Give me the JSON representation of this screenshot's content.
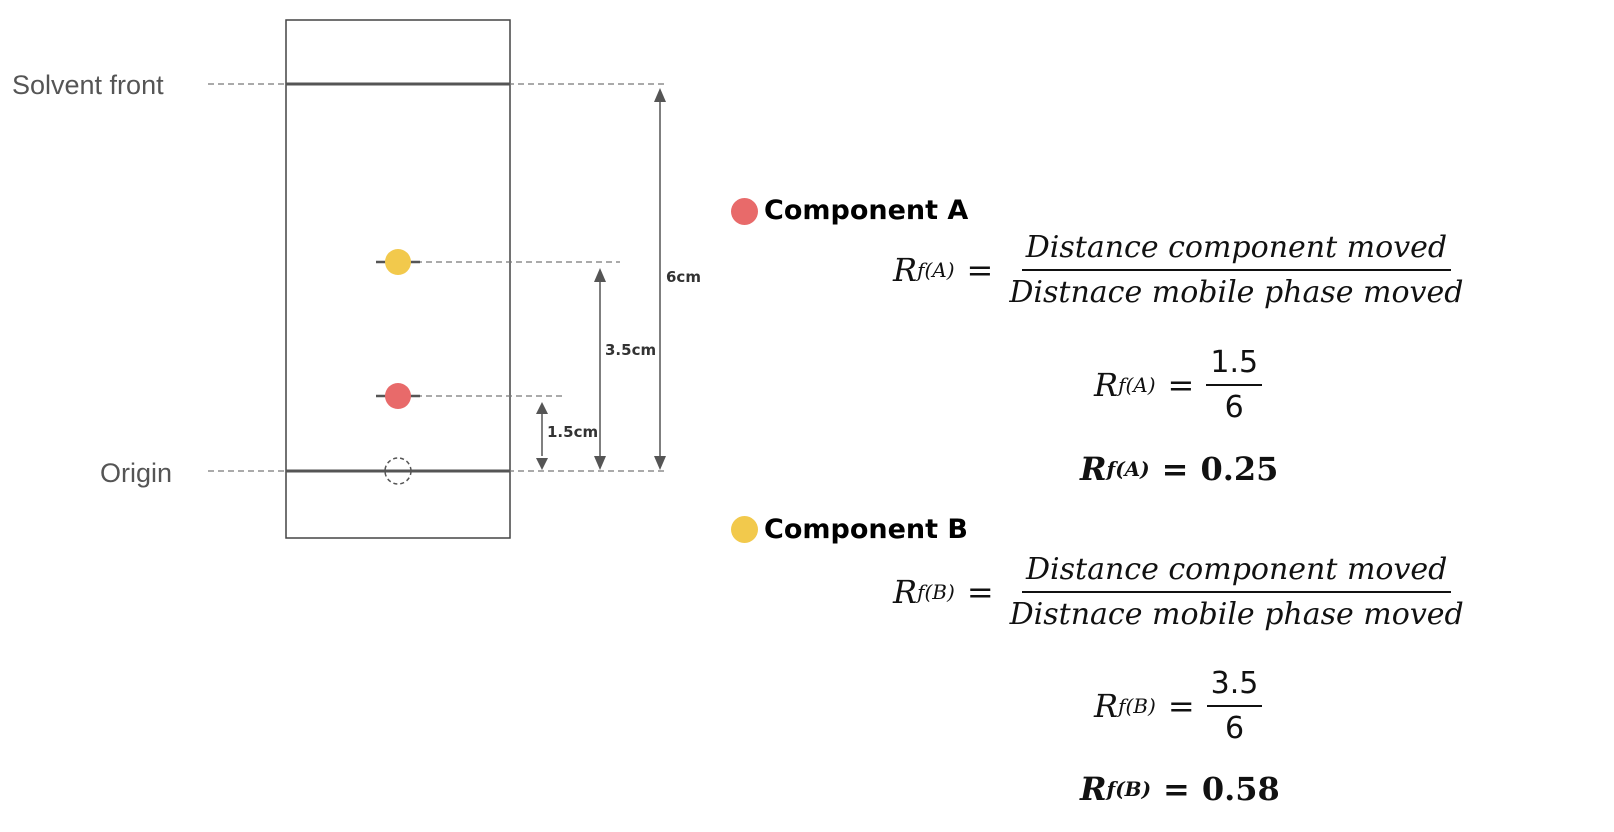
{
  "labels": {
    "solvent_front": "Solvent front",
    "origin": "Origin"
  },
  "distances": {
    "d1": "1.5cm",
    "d2": "3.5cm",
    "d3": "6cm"
  },
  "colors": {
    "component_a": "#e86a6a",
    "component_b": "#f2c94c"
  },
  "component_a": {
    "title": "Component A",
    "symbol": "R",
    "subscript": "f(A)",
    "equals": "=",
    "numerator": "Distance component moved",
    "denominator": "Distnace mobile phase moved",
    "value_num": "1.5",
    "value_den": "6",
    "result": "0.25"
  },
  "component_b": {
    "title": "Component B",
    "symbol": "R",
    "subscript": "f(B)",
    "equals": "=",
    "numerator": "Distance component moved",
    "denominator": "Distnace mobile phase moved",
    "value_num": "3.5",
    "value_den": "6",
    "result": "0.58"
  }
}
